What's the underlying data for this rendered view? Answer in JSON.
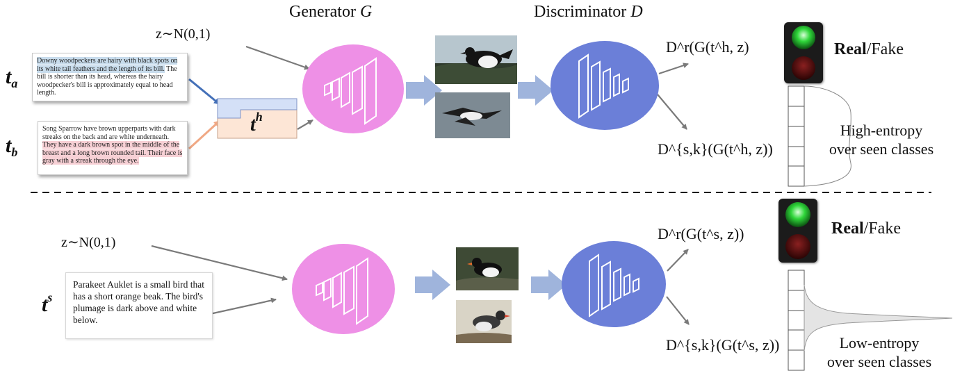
{
  "headers": {
    "generator": "Generator",
    "generator_sym": "G",
    "discriminator": "Discriminator",
    "discriminator_sym": "D"
  },
  "top": {
    "noise": "z∼N(0,1)",
    "ta_label": "t",
    "ta_sub": "a",
    "tb_label": "t",
    "tb_sub": "b",
    "th_label": "t",
    "th_sup": "h",
    "text_a": {
      "hl": "Downy woodpeckers are hairy with black spots on its white tail feathers and the length of its bill.",
      "rest": " The bill is shorter than its head, whereas the hairy woodpecker's bill is approximately equal to head length."
    },
    "text_b": {
      "pre": "Song Sparrow have brown upperparts with dark streaks on the back and are white underneath. ",
      "hl": "They have a dark brown spot in the middle of the breast and a long brown rounded tail. Their face is gray with a streak through the eye."
    },
    "out_real": "D^r(G(t^h, z)",
    "out_cls": "D^{s,k}(G(t^h, z))",
    "real": "Real",
    "fake": "/Fake",
    "entropy_line1": "High-entropy",
    "entropy_line2": "over seen classes"
  },
  "bottom": {
    "noise": "z∼N(0,1)",
    "ts_label": "t",
    "ts_sup": "s",
    "text": "Parakeet Auklet is a small bird that has a short orange beak. The bird's plumage is dark above and white below.",
    "out_real": "D^r(G(t^s, z))",
    "out_cls": "D^{s,k}(G(t^s, z))",
    "real": "Real",
    "fake": "/Fake",
    "entropy_line1": "Low-entropy",
    "entropy_line2": "over seen classes"
  },
  "colors": {
    "generator": "#ee90e6",
    "discriminator": "#6b7fd8",
    "arrow_gray": "#7a7a7a",
    "arrow_blue": "#4470b8",
    "arrow_orange": "#f0a884",
    "block_arrow": "#9fb4dc",
    "th_top": "#d4e0f7",
    "th_bottom": "#fde6d6",
    "light_green": "#2fd63a",
    "light_red": "#5a0b0b"
  }
}
